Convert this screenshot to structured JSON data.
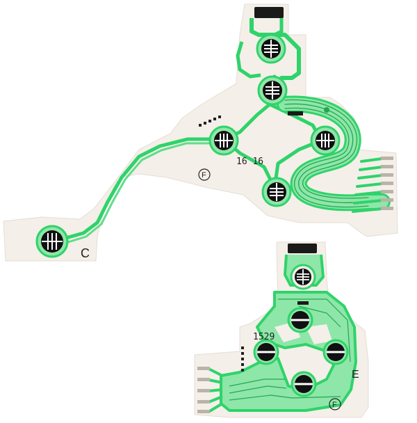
{
  "colors": {
    "background": "#ffffff",
    "film": "#f4efe9",
    "film_edge": "#e4ddd4",
    "trace": "#2fd36a",
    "trace_fill": "#8fe6a9",
    "trace_dark": "#1fa850",
    "contact": "#111111",
    "connector": "#1a1a1a",
    "pin": "#b9b3a8"
  },
  "membrane_c": {
    "letter": "C",
    "code": "16 16",
    "mark": "F"
  },
  "membrane_e": {
    "letter": "E",
    "code": "1529",
    "mark": "F"
  }
}
